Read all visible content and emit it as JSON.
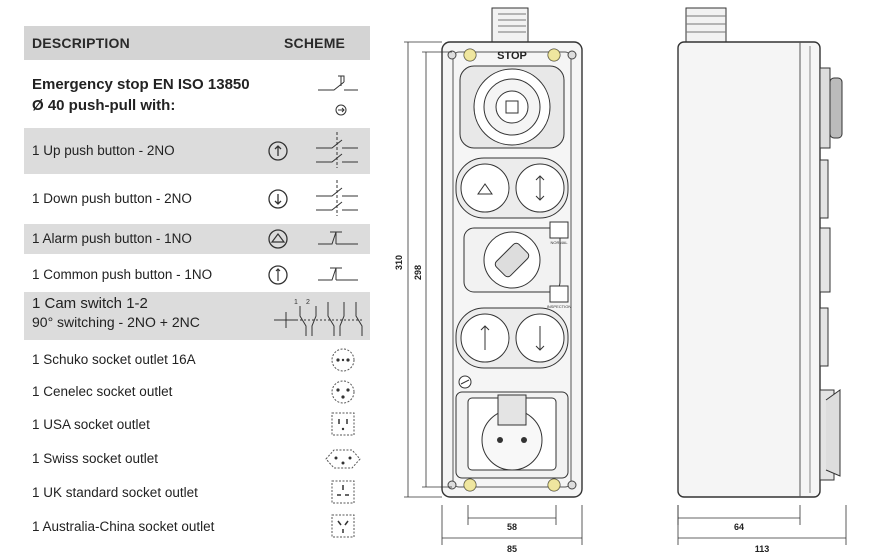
{
  "table": {
    "headers": {
      "description": "DESCRIPTION",
      "scheme": "SCHEME"
    },
    "intro": {
      "line1": "Emergency stop EN ISO 13850",
      "line2": "Ø 40 push-pull with:"
    },
    "rows": [
      {
        "label": "1 Up push button - 2NO",
        "icon": "arrow-up-circle-icon"
      },
      {
        "label": "1 Down push button - 2NO",
        "icon": "arrow-down-circle-icon"
      },
      {
        "label": "1 Alarm push button - 1NO",
        "icon": "bell-circle-icon"
      },
      {
        "label": "1 Common push button - 1NO",
        "icon": "updown-circle-icon"
      },
      {
        "label": "1 Cam switch 1-2",
        "label2": "90° switching - 2NO + 2NC",
        "icon": "cam-switch-scheme-icon"
      },
      {
        "label": "1 Schuko socket outlet 16A",
        "icon": "schuko-socket-icon"
      },
      {
        "label": "1 Cenelec socket outlet",
        "icon": "cenelec-socket-icon"
      },
      {
        "label": "1 USA socket outlet",
        "icon": "usa-socket-icon"
      },
      {
        "label": "1 Swiss socket outlet",
        "icon": "swiss-socket-icon"
      },
      {
        "label": "1 UK standard socket outlet",
        "icon": "uk-socket-icon"
      },
      {
        "label": "1 Australia-China socket outlet",
        "icon": "australia-china-socket-icon"
      }
    ],
    "cam_labels": {
      "a": "1",
      "b": "2"
    }
  },
  "drawing": {
    "stop_label": "STOP",
    "dim_total_height": "310",
    "dim_inner_height": "298",
    "dim_inner_width": "58",
    "dim_outer_width": "85",
    "dim_side_inner": "64",
    "dim_side_outer": "113",
    "normal_badge": "NORMAL",
    "inspection_badge": "INSPECTION"
  }
}
